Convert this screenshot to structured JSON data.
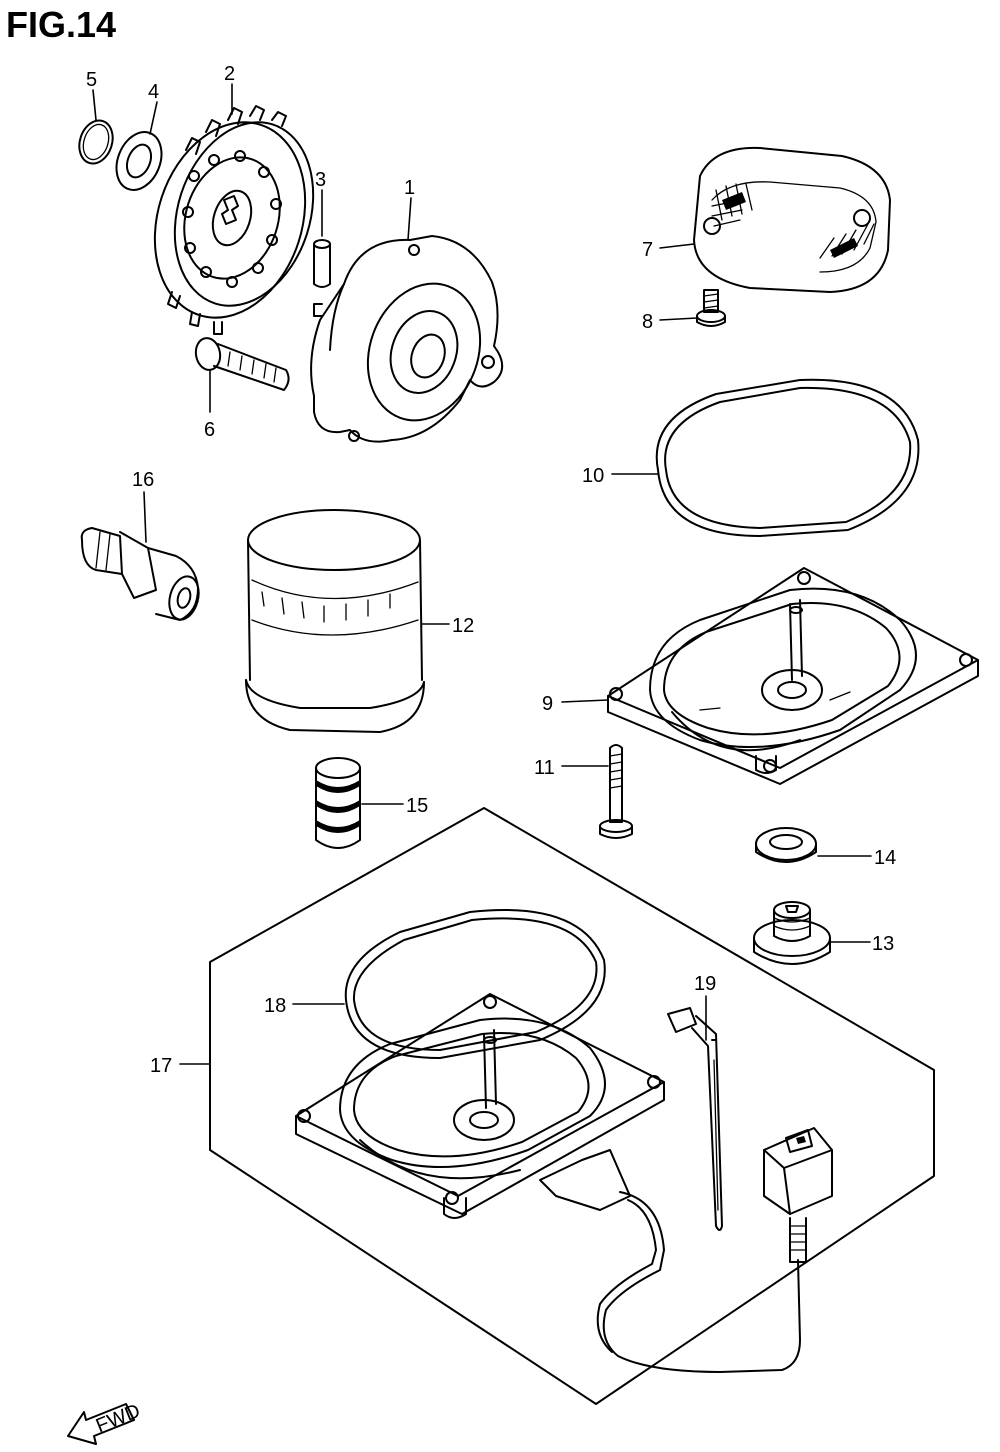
{
  "figure": {
    "title": "FIG.14"
  },
  "fwd_label": "FWD",
  "callouts": [
    {
      "id": "c5",
      "label": "5"
    },
    {
      "id": "c4",
      "label": "4"
    },
    {
      "id": "c2",
      "label": "2"
    },
    {
      "id": "c3",
      "label": "3"
    },
    {
      "id": "c1",
      "label": "1"
    },
    {
      "id": "c6",
      "label": "6"
    },
    {
      "id": "c7",
      "label": "7"
    },
    {
      "id": "c8",
      "label": "8"
    },
    {
      "id": "c10",
      "label": "10"
    },
    {
      "id": "c16",
      "label": "16"
    },
    {
      "id": "c12",
      "label": "12"
    },
    {
      "id": "c9",
      "label": "9"
    },
    {
      "id": "c11",
      "label": "11"
    },
    {
      "id": "c15",
      "label": "15"
    },
    {
      "id": "c14",
      "label": "14"
    },
    {
      "id": "c13",
      "label": "13"
    },
    {
      "id": "c18",
      "label": "18"
    },
    {
      "id": "c19",
      "label": "19"
    },
    {
      "id": "c17",
      "label": "17"
    }
  ]
}
